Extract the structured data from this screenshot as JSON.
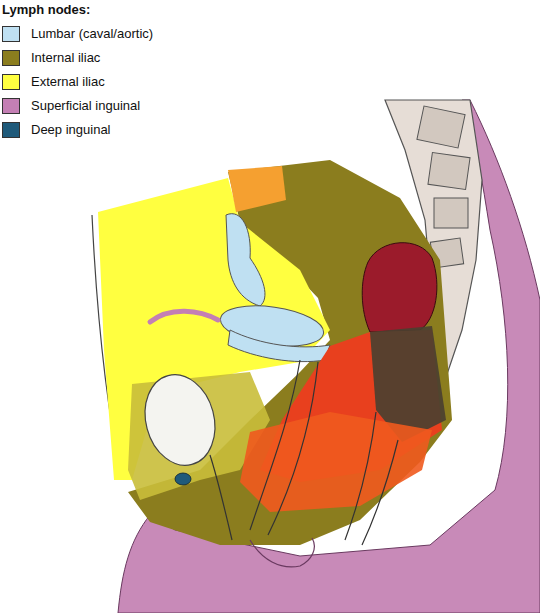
{
  "diagram": {
    "title": "Lymph nodes:",
    "legend": [
      {
        "text": "Lumbar (caval/aortic)",
        "color": "#bfe0f2"
      },
      {
        "text": "Internal iliac",
        "color": "#8b7d1e"
      },
      {
        "text": "External iliac",
        "color": "#ffff40"
      },
      {
        "text": "Superficial inguinal",
        "color": "#c47fb4"
      },
      {
        "text": "Deep inguinal",
        "color": "#1f5a7a"
      }
    ]
  }
}
